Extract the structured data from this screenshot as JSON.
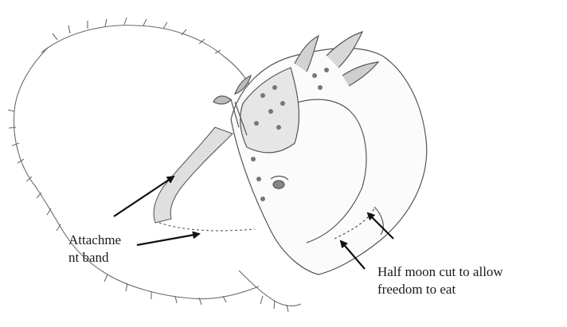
{
  "labels": {
    "attachment_band": "Attachme\nnt band",
    "half_moon": "Half moon cut to allow\nfreedom to eat"
  },
  "illustration": {
    "subject": "animal-with-bonnet-sketch",
    "style": "pencil sketch",
    "ink_color": "#3a3a3a"
  }
}
